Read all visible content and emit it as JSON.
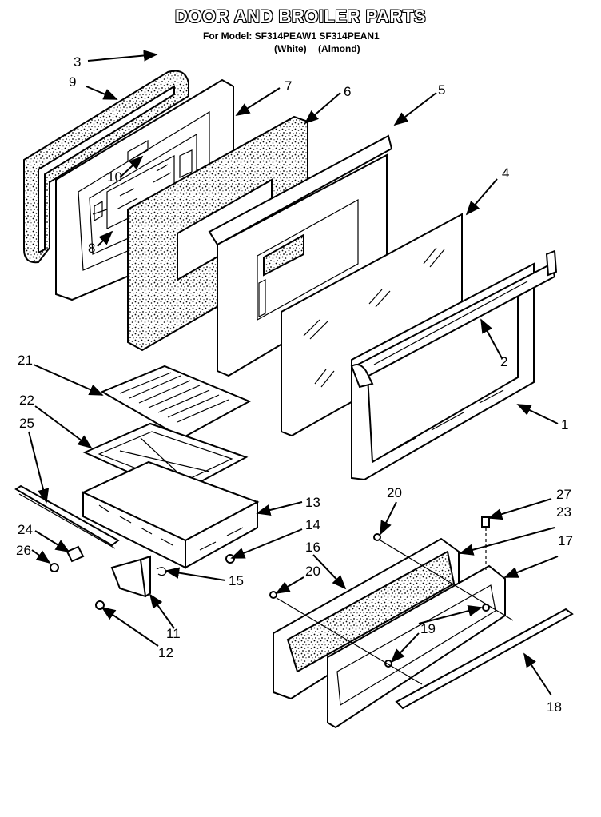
{
  "header": {
    "title": "DOOR AND BROILER PARTS",
    "model_line": "For Model: SF314PEAW1 SF314PEAN1",
    "color_white": "(White)",
    "color_almond": "(Almond)"
  },
  "callouts": [
    "1",
    "2",
    "3",
    "4",
    "5",
    "6",
    "7",
    "8",
    "9",
    "10",
    "11",
    "12",
    "13",
    "14",
    "15",
    "16",
    "17",
    "18",
    "19",
    "20",
    "20",
    "21",
    "22",
    "23",
    "24",
    "25",
    "26",
    "27"
  ]
}
